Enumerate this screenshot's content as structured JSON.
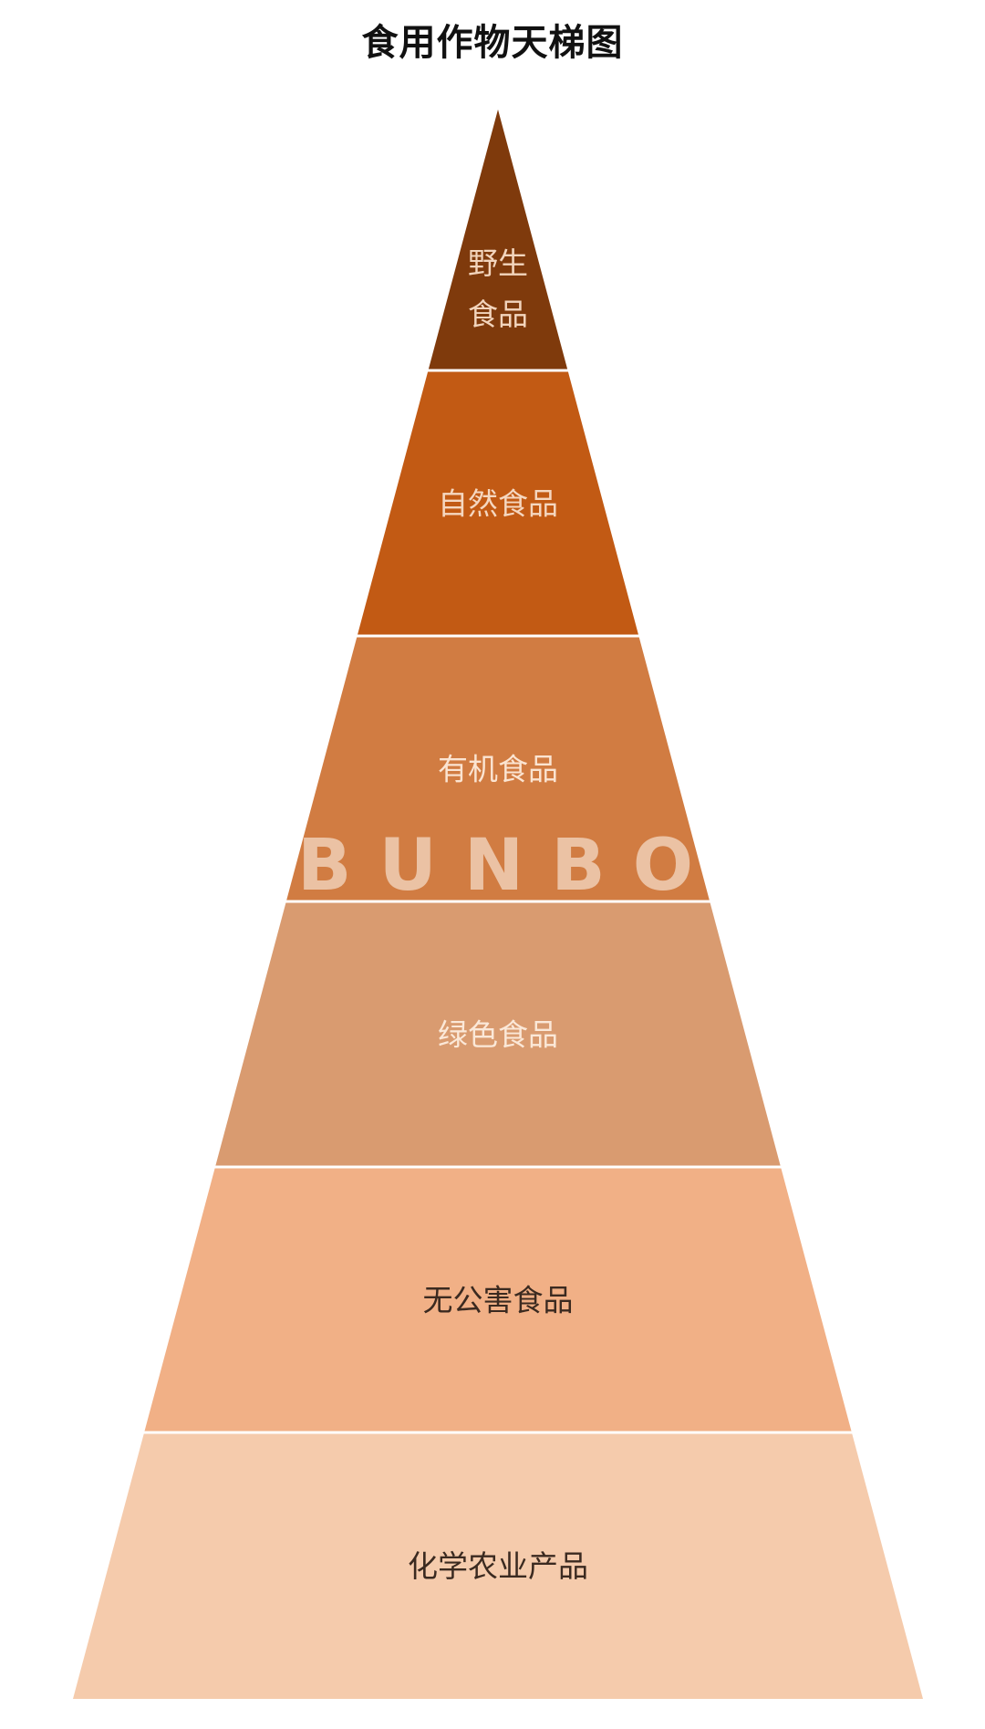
{
  "title": "食用作物天梯图",
  "watermark": "BUNBO",
  "tiers": [
    {
      "label_lines": [
        "野生",
        "食品"
      ],
      "fill": "#7f3a0c",
      "text_color": "#f3d5bd"
    },
    {
      "label_lines": [
        "自然食品"
      ],
      "fill": "#c25a14",
      "text_color": "#f5d7c0"
    },
    {
      "label_lines": [
        "有机食品"
      ],
      "fill": "#d17c42",
      "text_color": "#fbe4d1"
    },
    {
      "label_lines": [
        "绿色食品"
      ],
      "fill": "#d99b70",
      "text_color": "#fbe8d8"
    },
    {
      "label_lines": [
        "无公害食品"
      ],
      "fill": "#f1b086",
      "text_color": "#3b2a20"
    },
    {
      "label_lines": [
        "化学农业产品"
      ],
      "fill": "#f5cbac",
      "text_color": "#3b2a20"
    }
  ],
  "colors": {
    "separator": "#ffffff",
    "watermark": "#f3d9c6"
  }
}
